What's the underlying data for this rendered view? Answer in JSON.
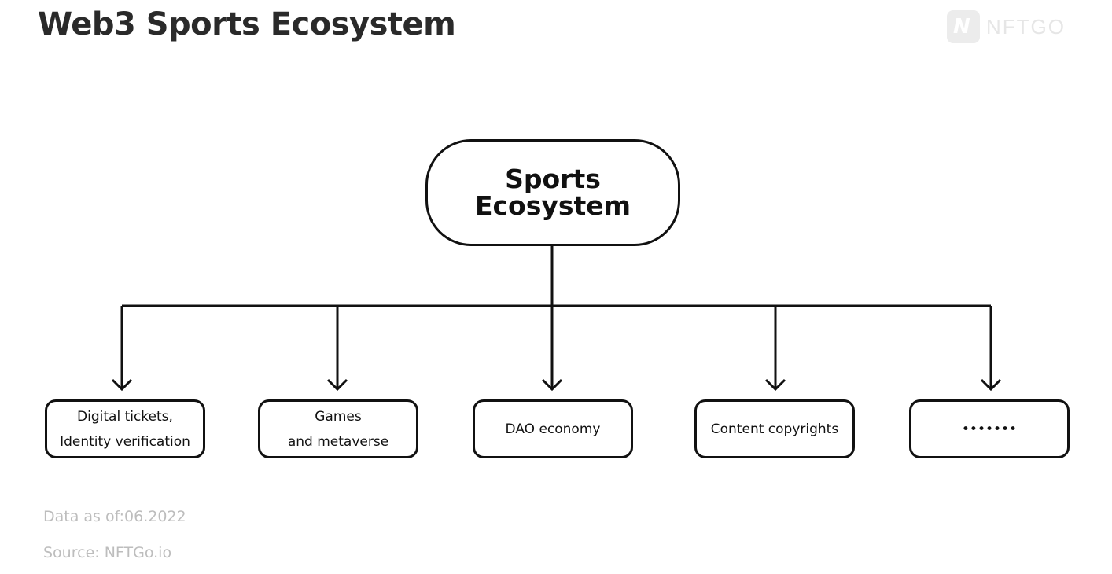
{
  "header": {
    "title": "Web3 Sports Ecosystem",
    "logo_text": "NFTGO",
    "logo_mark": "N"
  },
  "diagram": {
    "root": {
      "label": "Sports\nEcosystem"
    },
    "children": [
      {
        "label": "Digital tickets,\nIdentity verification"
      },
      {
        "label": "Games\nand metaverse"
      },
      {
        "label": "DAO economy"
      },
      {
        "label": "Content copyrights"
      },
      {
        "label": "•••••••"
      }
    ]
  },
  "footer": {
    "data_as_of": "Data as of:06.2022",
    "source": "Source: NFTGo.io"
  },
  "colors": {
    "line": "#111111",
    "footer_text": "#bdbdbd",
    "logo": "#e6e6e6"
  }
}
